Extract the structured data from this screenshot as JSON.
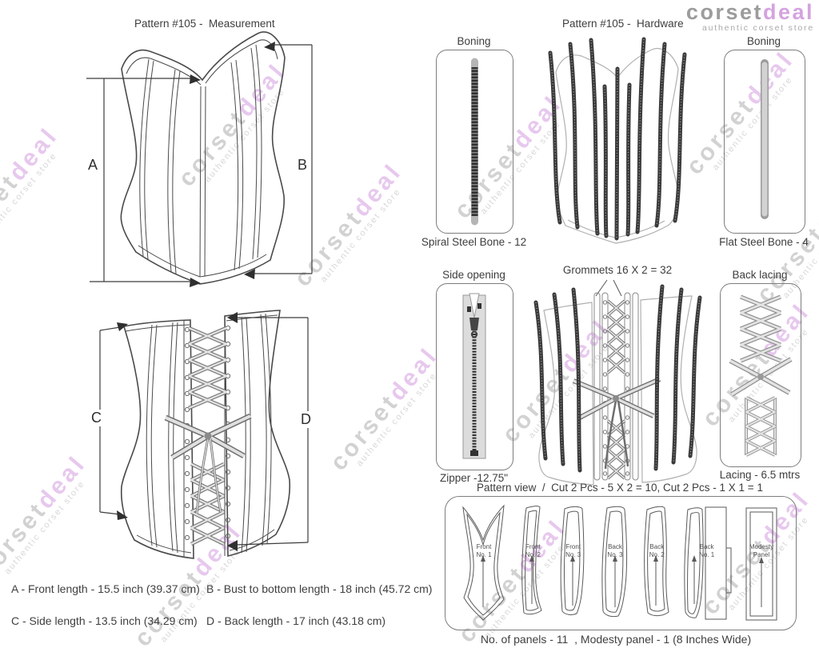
{
  "brand": {
    "word_primary": "corset",
    "word_accent": "deal",
    "tagline": "authentic corset store"
  },
  "measurement": {
    "title": "Pattern #105 -  Measurement",
    "label_a": "A",
    "label_b": "B",
    "label_c": "C",
    "label_d": "D",
    "legend_a": "A - Front length - 15.5 inch (39.37 cm)",
    "legend_b": "B - Bust to bottom length - 18 inch (45.72 cm)",
    "legend_c": "C - Side length - 13.5 inch (34.29 cm)",
    "legend_d": "D - Back length - 17 inch (43.18 cm)"
  },
  "hardware": {
    "title": "Pattern #105 -  Hardware",
    "spiral_bone": {
      "label": "Boning",
      "caption": "Spiral Steel Bone - 12"
    },
    "flat_bone": {
      "label": "Boning",
      "caption": "Flat Steel Bone - 4"
    },
    "zipper": {
      "label": "Side opening",
      "caption": "Zipper -12.75\""
    },
    "grommets_label": "Grommets 16 X 2 = 32",
    "back_lacing": {
      "label": "Back lacing",
      "caption": "Lacing - 6.5 mtrs"
    }
  },
  "pattern_view": {
    "title": "Pattern view  /  Cut 2 Pcs - 5 X 2 = 10, Cut 2 Pcs - 1 X 1 = 1",
    "pieces": [
      {
        "label": "Front\nNo. 1"
      },
      {
        "label": "Front\nNo. 2"
      },
      {
        "label": "Front\nNo. 3"
      },
      {
        "label": "Back\nNo. 3"
      },
      {
        "label": "Back\nNo. 2"
      },
      {
        "label": "Back\nNo. 1"
      },
      {
        "label": "Modesty\nPanel"
      }
    ],
    "footer": "No. of panels - 11  , Modesty panel - 1 (8 Inches Wide)"
  },
  "colors": {
    "accent_pink": "#d5a3e0",
    "logo_gray": "#9c9c9c",
    "line_dark": "#4a4a4a"
  }
}
